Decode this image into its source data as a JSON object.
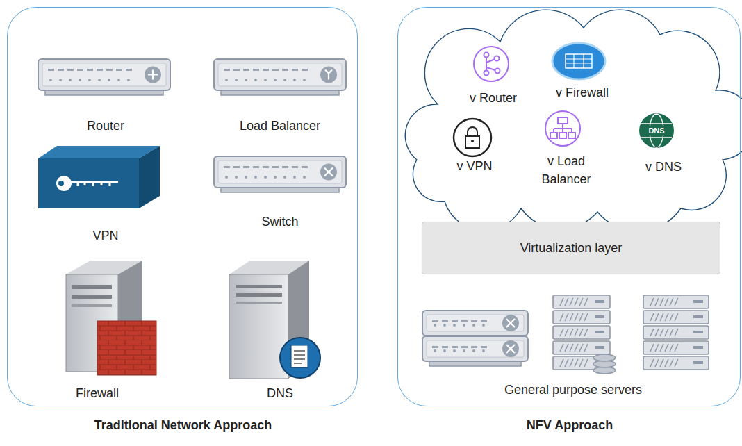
{
  "diagram": {
    "nodes": [
      {
        "text": [
          "Traditional Network Approach"
        ]
      },
      {
        "text": [
          "NFV Approach"
        ]
      },
      {
        "text": [
          "Virtualization layer"
        ],
        "in": 1
      }
    ],
    "labels": [
      "Router",
      "Load Balancer",
      "VPN",
      "Switch",
      "Firewall",
      "DNS",
      "v Router",
      "v Firewall",
      "DNS",
      "v VPN",
      "v Load Balancer",
      "v DNS",
      "General purpose servers"
    ]
  }
}
